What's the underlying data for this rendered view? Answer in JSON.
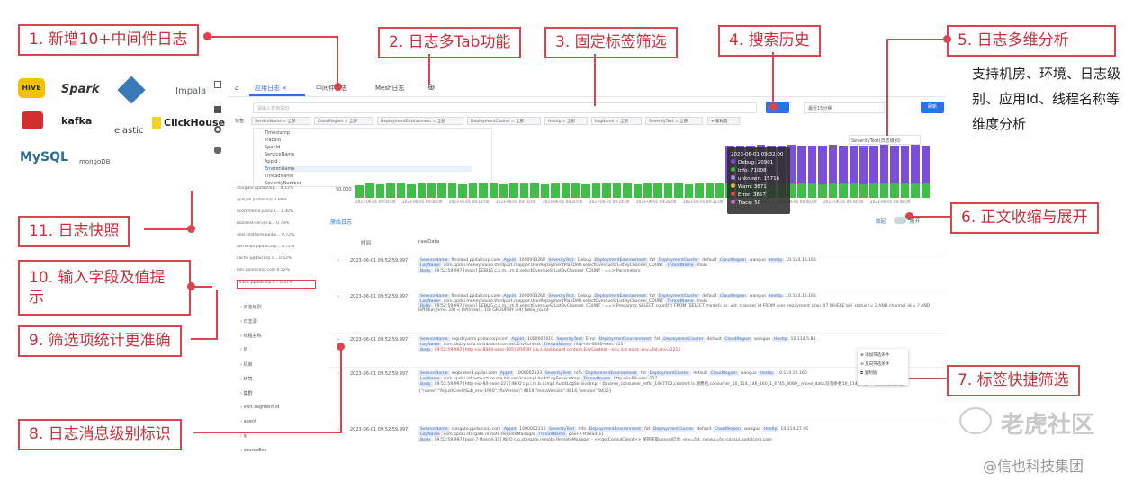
{
  "callouts": {
    "c1": "1. 新增10+中间件日志",
    "c2": "2. 日志多Tab功能",
    "c3": "3. 固定标签筛选",
    "c4": "4. 搜索历史",
    "c5": "5. 日志多维分析",
    "c6": "6. 正文收缩与展开",
    "c7": "7. 标签快捷筛选",
    "c8": "8. 日志消息级别标识",
    "c9": "9. 筛选项统计更准确",
    "c10": "10. 输入字段及值提示",
    "c11": "11. 日志快照"
  },
  "right_desc": "支持机房、环境、日志级别、应用Id、线程名称等维度分析",
  "logos": [
    "HIVE",
    "Spark",
    "Impala",
    "kafka",
    "elastic",
    "ClickHouse",
    "MySQL",
    "mongoDB"
  ],
  "watermark": {
    "main": "老虎社区",
    "sub": "@信也科技集团"
  },
  "app": {
    "tabs": [
      "应用日志",
      "中间件日志",
      "Mesh日志"
    ],
    "search_placeholder": "请输入查询语句",
    "tag_label": "标签:",
    "tags": [
      "ServiceName = 全部",
      "CloudRegion = 全部",
      "DeploymentEnvironment = 全部",
      "DeploymentCluster = 全部",
      "HostIp = 全部",
      "LogName = 全部",
      "SeverityText = 全部"
    ],
    "add_tag": "+ 新标签",
    "time_range": "最近15分钟",
    "refresh": "刷新",
    "group_select": "SeverityText(日志级别)",
    "suggest_fields": [
      "Timestamp",
      "TraceId",
      "SpanId",
      "ServiceName",
      "AppId",
      "EnvironName",
      "ThreadName",
      "SeverityNumber"
    ],
    "snapshots": [
      {
        "name": "stargate.ppdaicorp...",
        "pct": "4.11%"
      },
      {
        "name": "apilijob.ppdaicorp",
        "pct": "2.89%"
      },
      {
        "name": "ecommerce.juanc.t...",
        "pct": "1.30%"
      },
      {
        "name": "blacklist-server.b...",
        "pct": "0.73%"
      },
      {
        "name": "ams-platform.ppdai...",
        "pct": "0.72%"
      },
      {
        "name": "alertman.ppdaicorp...",
        "pct": "0.72%"
      },
      {
        "name": "cache.ppdaicorp.c...",
        "pct": "0.52%"
      },
      {
        "name": "lion.ppdaicorp.com",
        "pct": "0.52%"
      },
      {
        "name": "music.ppdaicorp.c...",
        "pct": "0.37%"
      }
    ],
    "side_sections": [
      "日志级别",
      "日志源",
      "线程名称",
      "IP",
      "机房",
      "环境",
      "集群",
      "swit.segment.id",
      "agent",
      "ip",
      "sourceEnv"
    ],
    "chart_yaxis": "50,000",
    "chart_xticks": [
      "2023-06-01 09:04:00",
      "2023-06-01 09:08:00",
      "2023-06-01 09:12:00",
      "2023-06-01 09:16:00",
      "2023-06-01 09:20:00",
      "2023-06-01 09:24:00",
      "2023-06-01 09:28:00",
      "2023-06-01 09:32:00",
      "2023-06-01 09:36:00",
      "2023-06-01 09:40:00",
      "2023-06-01 09:44:00",
      "2023-06-01 09:48:00"
    ],
    "tooltip": {
      "time": "2023-06-01 09:32:00",
      "items": [
        {
          "label": "Debug",
          "value": "20901",
          "color": "#7b4fd6"
        },
        {
          "label": "Info",
          "value": "71008",
          "color": "#38b34a"
        },
        {
          "label": "unknown",
          "value": "15716",
          "color": "#a48be0"
        },
        {
          "label": "Warn",
          "value": "3871",
          "color": "#e0b640"
        },
        {
          "label": "Error",
          "value": "3857",
          "color": "#e04848"
        },
        {
          "label": "Trace",
          "value": "50",
          "color": "#c86bd2"
        }
      ]
    },
    "raw_title": "原始日志",
    "collapse": "收起",
    "expand": "展开",
    "col_time": "时间",
    "col_raw": "rawData",
    "rows": [
      {
        "time": "2023-06-01 09:52:59.997",
        "svc": "finnlaud.ppdaicorp.com",
        "appid": "1000003268",
        "sev": "Debug",
        "env": "fat",
        "cluster": "default",
        "region": "wanguo",
        "host": "10.114.16.165",
        "logname": "com.ppdai.moneyhouse.thirdpart.mapper.UserRepaymentPlanDAO.selectOverdueSrListByChannel_COUNT",
        "thread": "main",
        "body": "09:52:59.997 [main] DEBUG c.p.m.t.m.U.selectOverdueSrListByChannel_COUNT - ==> Parameters:"
      },
      {
        "time": "2023-06-01 09:52:59.997",
        "svc": "finnlaud.ppdaicorp.com",
        "appid": "1000003268",
        "sev": "Debug",
        "env": "fat",
        "cluster": "default",
        "region": "wanguo",
        "host": "10.114.16.165",
        "logname": "com.ppdai.moneyhouse.thirdpart.mapper.UserRepaymentPlanDAO.selectOverdueSrListByChannel_COUNT",
        "thread": "main",
        "body": "09:52:59.997 [main] DEBUG c.p.m.t.m.U.selectOverdueSrListByChannel_COUNT - ==> Preparing: SELECT count(*) FROM (SELECT min(id), ss, uid, channel_id FROM user_repayment_plan_07 WHERE bill_status != 2 AND channel_id = ? AND left(due_time, 10) < left(now(), 10) GROUP BY uid) table_count"
      },
      {
        "time": "2023-06-01 09:52:59.997",
        "svc": "registryadm.ppdaicorp.com",
        "appid": "1000002610",
        "sev": "Error",
        "env": "fat",
        "cluster": "default",
        "region": "wanguo",
        "host": "10.114.5.88",
        "logname": "com.alipay.sofa.dashboard.context.EnvContext",
        "thread": "http-nio-8080-exec-105",
        "body": "09:52:59.997 [http-nio-8080-exec-105] ERROR c.a.s.dashboard.context.EnvContext - env not exist, env=fat,env=1212"
      },
      {
        "time": "2023-06-01 09:52:59.997",
        "svc": "mqbroker4.ppdai.com",
        "appid": "1000002533",
        "sev": "Info",
        "env": "fat",
        "cluster": "default",
        "region": "wanguo",
        "host": "10.114.16.160",
        "logname": "com.ppdai.infrastructure.mq.biz.service.impl.AuditLogServiceImpl",
        "thread": "http-nio-80-exec-227",
        "body": "09:52:59.997 [http-nio-80-exec-227] INFO c.p.i.m.b.s.impl.AuditLogServiceImpl - tbname_consumer_refid_1467702,content is 消费组,consumer_10_114_146_160_1_4745_8080__move_data,队列条数10_114_31_214极数初始化数据 {\"name\":\"AdjustCreditSub_env-1920\",\"fixVersion\":4619,\"metaVersion\":4814,\"version\":9435}"
      },
      {
        "time": "2023-06-01 09:52:59.997",
        "svc": "stargate.ppdaicorp.com",
        "appid": "1000002115",
        "sev": "Info",
        "env": "fat",
        "cluster": "default",
        "region": "wanguo",
        "host": "10.114.27.46",
        "logname": "com.ppdai.stargate.remote.RemoteManager",
        "thread": "pool-7-thread-31",
        "body": "09:52:59.997 [pool-7-thread-31] INFO c.p.stargate.remote.RemoteManager - <<getConsulClient>> 保持获取consul信息: env=fat, consul=fat-consul.ppdaicorp.com"
      }
    ],
    "ctx_menu": [
      "添加筛选条件",
      "反向筛选条件",
      "复制值"
    ]
  },
  "bars": {
    "green": [
      0.18,
      0.2,
      0.19,
      0.21,
      0.2,
      0.19,
      0.2,
      0.21,
      0.2,
      0.2,
      0.19,
      0.21,
      0.2,
      0.2,
      0.19,
      0.21,
      0.2,
      0.2,
      0.19,
      0.2,
      0.21,
      0.2,
      0.19,
      0.2,
      0.21,
      0.2,
      0.2,
      0.19,
      0.2,
      0.21,
      0.2,
      0.2,
      0.19,
      0.2,
      0.21,
      0.2,
      0.2,
      0.19,
      0.2,
      0.21,
      0.2,
      0.19,
      0.21,
      0.2,
      0.2,
      0.19,
      0.21,
      0.2,
      0.2,
      0.19,
      0.2,
      0.21,
      0.2,
      0.2,
      0.21,
      0.2
    ],
    "purple_from": 36,
    "purple": 0.55
  }
}
